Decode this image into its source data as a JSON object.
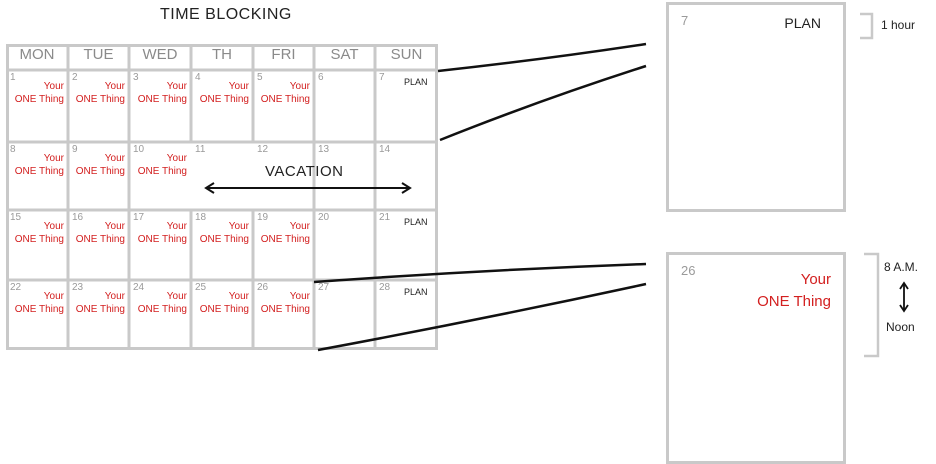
{
  "title": "TIME BLOCKING",
  "days": [
    "MON",
    "TUE",
    "WED",
    "TH",
    "FRI",
    "SAT",
    "SUN"
  ],
  "weeks": [
    [
      {
        "day": "1",
        "one_thing": true
      },
      {
        "day": "2",
        "one_thing": true
      },
      {
        "day": "3",
        "one_thing": true
      },
      {
        "day": "4",
        "one_thing": true
      },
      {
        "day": "5",
        "one_thing": true
      },
      {
        "day": "6"
      },
      {
        "day": "7",
        "plan": true
      }
    ],
    [
      {
        "day": "8",
        "one_thing": true
      },
      {
        "day": "9",
        "one_thing": true
      },
      {
        "day": "10",
        "one_thing": true
      },
      {
        "day": "11"
      },
      {
        "day": "12"
      },
      {
        "day": "13"
      },
      {
        "day": "14"
      }
    ],
    [
      {
        "day": "15",
        "one_thing": true
      },
      {
        "day": "16",
        "one_thing": true
      },
      {
        "day": "17",
        "one_thing": true
      },
      {
        "day": "18",
        "one_thing": true
      },
      {
        "day": "19",
        "one_thing": true
      },
      {
        "day": "20"
      },
      {
        "day": "21",
        "plan": true
      }
    ],
    [
      {
        "day": "22",
        "one_thing": true
      },
      {
        "day": "23",
        "one_thing": true
      },
      {
        "day": "24",
        "one_thing": true
      },
      {
        "day": "25",
        "one_thing": true
      },
      {
        "day": "26",
        "one_thing": true
      },
      {
        "day": "27"
      },
      {
        "day": "28",
        "plan": true
      }
    ]
  ],
  "one_thing_lines": [
    "Your",
    "ONE Thing"
  ],
  "plan_label": "PLAN",
  "vacation_label": "VACATION",
  "zoom_plan": {
    "day": "7",
    "label": "PLAN",
    "duration": "1 hour"
  },
  "zoom_one_thing": {
    "day": "26",
    "lines": [
      "Your",
      "ONE Thing"
    ],
    "start": "8 A.M.",
    "end": "Noon"
  },
  "colors": {
    "grid": "#c9c9c9",
    "accent": "#d32020",
    "text": "#222222",
    "muted": "#9a9a9a"
  }
}
